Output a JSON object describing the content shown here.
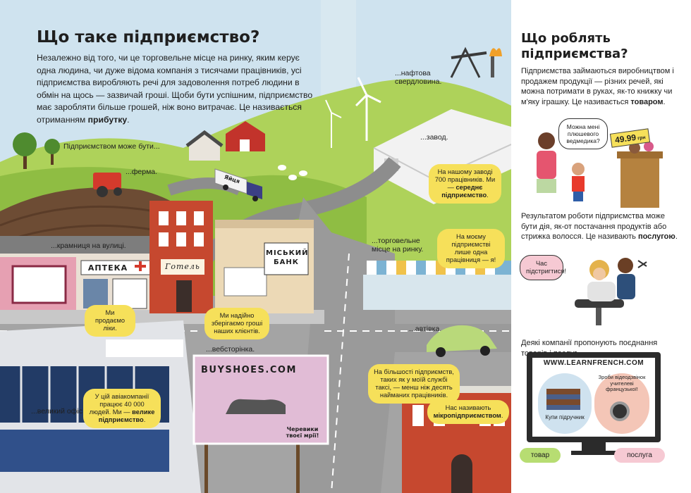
{
  "main": {
    "title": "Що таке підприємство?",
    "intro_part1": "Незалежно від того, чи це торговельне місце на ринку, яким керує одна людина, чи дуже відома компанія з тисячами працівників, усі підприємства виробляють речі для задоволення потреб людини в обмін на щось — зазвичай гроші. Щоби бути успішним, підприємство має заробляти більше грошей, ніж воно витрачає. Це називається отриманням ",
    "intro_bold": "прибутку",
    "intro_end": "."
  },
  "labels": {
    "can_be": "Підприємством може бути...",
    "farm": "...ферма.",
    "street_shop": "...крамниця на вулиці.",
    "oil_well": "...нафтова свердловина.",
    "factory": "...завод.",
    "market_stall": "...торговельне місце на ринку.",
    "website": "...вебсторінка.",
    "taxi": "...автівка.",
    "big_office": "...великий офіс."
  },
  "signs": {
    "pharmacy": "АПТЕКА",
    "hotel": "Готель",
    "city_bank": "МІСЬКИЙ БАНК",
    "truck": "Яйця",
    "buyshoes": "BUYSHOES.COM",
    "shoes_slogan": "Черевики твоєї мрії!"
  },
  "bubbles": {
    "factory": {
      "text": "На нашому заводі 700 працівників. Ми — ",
      "bold": "середнє підприємство",
      "end": "."
    },
    "market": {
      "text": "На моєму підприємстві лише одна працівниця — я!"
    },
    "pharmacy": {
      "text": "Ми продаємо ліки."
    },
    "bank": {
      "text": "Ми надійно зберігаємо гроші наших клієнтів."
    },
    "taxi": {
      "text": "На більшості підприємств, таких як у моїй службі таксі, — менш ніж десять найманих працівників."
    },
    "micro": {
      "text": "Нас називають ",
      "bold": "мікропідприємством",
      "end": "."
    },
    "airline": {
      "text": "У цій авіакомпанії працює 40 000 людей. Ми — ",
      "bold": "велике підприємство",
      "end": "."
    }
  },
  "side": {
    "title": "Що роблять підприємства?",
    "p1_text": "Підприємства займаються виробництвом і продажем продукції — різних речей, які можна потримати в руках, як-то книжку чи м'яку іграшку. Це називається ",
    "p1_bold": "товаром",
    "p1_end": ".",
    "teddy_question": "Можна мені плюшевого ведмедика?",
    "price": "49.99",
    "price_currency": "грн",
    "p2_text": "Результатом роботи підприємства може бути дія, як-от постачання продуктів або стрижка волосся. Це називають ",
    "p2_bold": "послугою",
    "p2_end": ".",
    "haircut": "Час підстригтися!",
    "p3": "Деякі компанії пропонують поєднання товарів і послуг.",
    "monitor_url": "WWW.LEARNFRENCH.COM",
    "buy_books": "Купи підручник",
    "video_call": "Зроби відеодзвінок учителеві французької!",
    "goods_tag": "товар",
    "service_tag": "послуга"
  },
  "colors": {
    "bubble_yellow": "#f6e05a",
    "goods_green": "#b7dd72",
    "service_pink": "#f6c9d3",
    "sky": "#cfe3ef",
    "grass": "#9cc648"
  }
}
